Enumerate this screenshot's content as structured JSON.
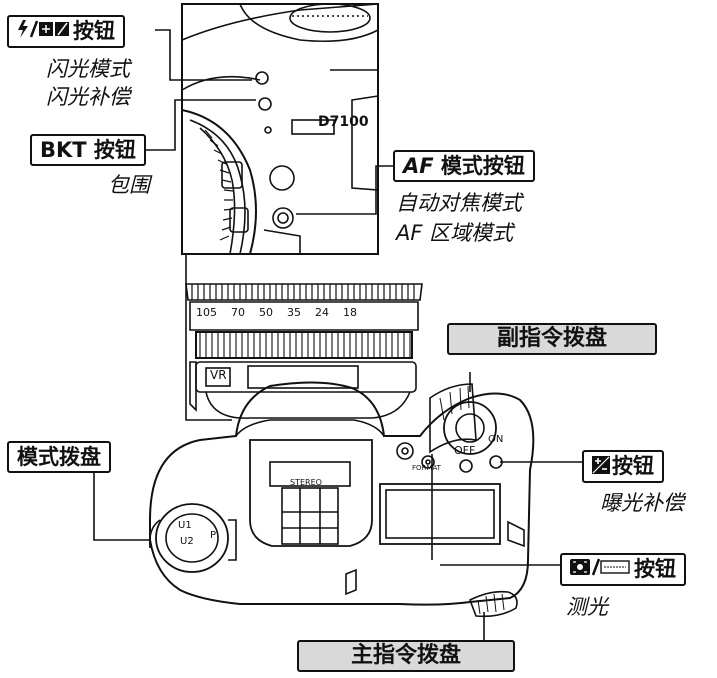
{
  "callouts": {
    "flash_button": {
      "label": "按钮",
      "icon": "flash-lightning-icon",
      "descriptions": [
        "闪光模式",
        "闪光补偿"
      ]
    },
    "bkt_button": {
      "label": "BKT 按钮",
      "descriptions": [
        "包围"
      ]
    },
    "af_mode_button": {
      "label_prefix": "AF",
      "label": "模式按钮",
      "descriptions": [
        "自动对焦模式",
        "AF 区域模式"
      ]
    },
    "sub_command_dial": {
      "label": "副指令拨盘"
    },
    "mode_dial": {
      "label": "模式拨盘"
    },
    "exposure_comp_button": {
      "label": "按钮",
      "icon": "exposure-compensation-icon",
      "descriptions": [
        "曝光补偿"
      ]
    },
    "metering_button": {
      "label": "按钮",
      "icon": "metering-format-icon",
      "descriptions": [
        "测光"
      ]
    },
    "main_command_dial": {
      "label": "主指令拨盘"
    }
  },
  "camera_markings": {
    "model": "D7100",
    "vr": "VR",
    "focal_lengths": [
      "105",
      "70",
      "50",
      "35",
      "24",
      "18"
    ],
    "mode_dial_marks": [
      "U2",
      "U1",
      "P"
    ],
    "power_switch": [
      "OFF",
      "ON"
    ],
    "stereo_label": "STEREO",
    "format_label": "FORMAT"
  },
  "colors": {
    "line": "#111111",
    "callout_grey": "#d9d9d9",
    "background": "#ffffff"
  }
}
